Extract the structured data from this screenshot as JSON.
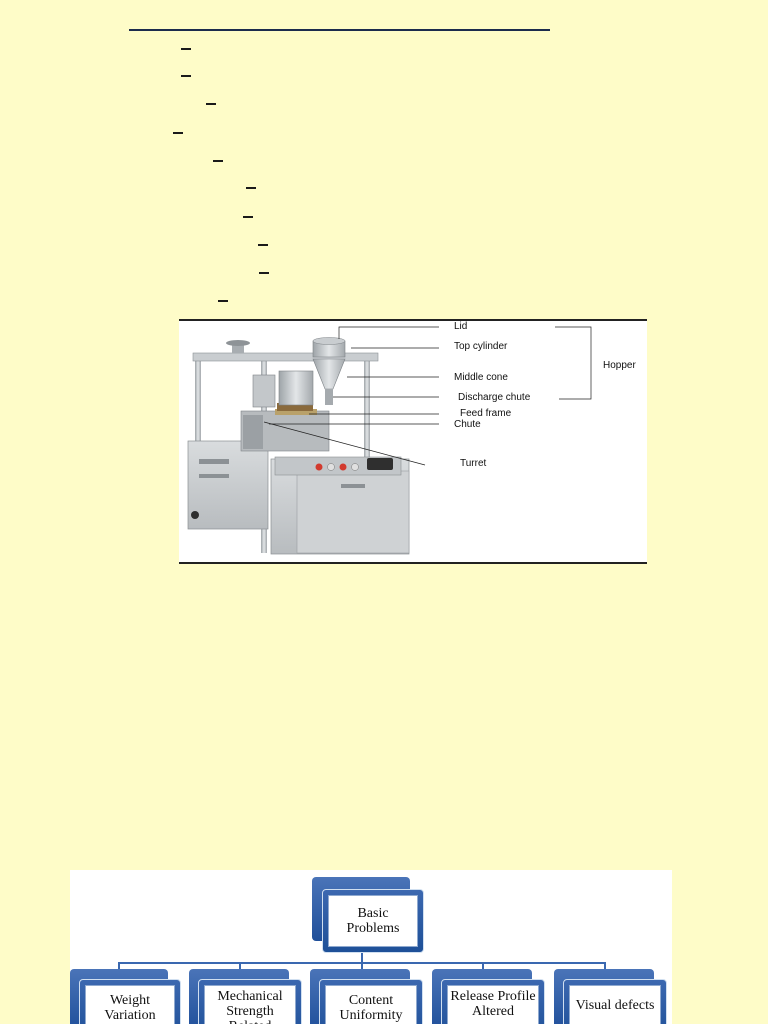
{
  "figure": {
    "labels": {
      "lid": "Lid",
      "top_cylinder": "Top cylinder",
      "middle_cone": "Middle cone",
      "discharge_chute": "Discharge chute",
      "feed_frame": "Feed frame",
      "chute": "Chute",
      "turret": "Turret",
      "hopper": "Hopper"
    }
  },
  "chart": {
    "root": "Basic Problems",
    "children": [
      "Weight Variation",
      "Mechanical Strength Related",
      "Content Uniformity",
      "Release Profile Altered",
      "Visual defects"
    ]
  }
}
